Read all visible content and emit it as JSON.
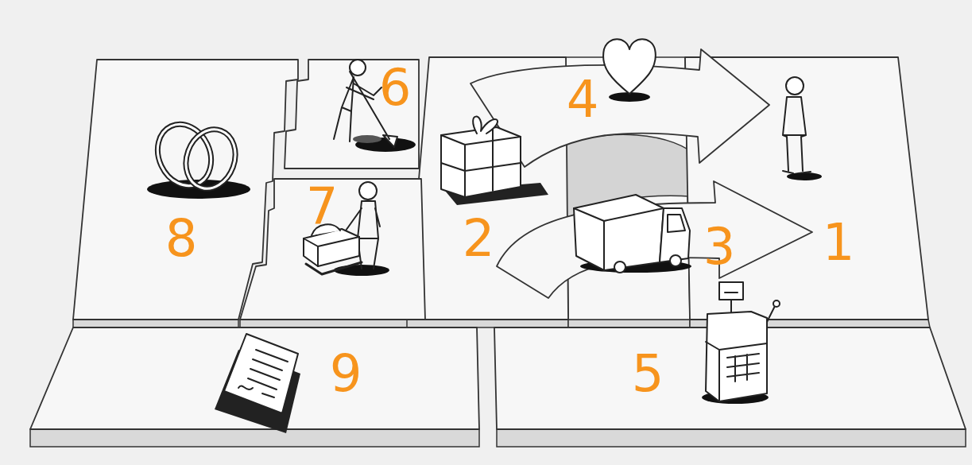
{
  "diagram": {
    "nodes": [
      {
        "text": [
          "1"
        ]
      },
      {
        "text": [
          "2"
        ]
      },
      {
        "text": [
          "3"
        ]
      },
      {
        "text": [
          "4"
        ]
      },
      {
        "text": [
          "5"
        ]
      },
      {
        "text": [
          "6"
        ]
      },
      {
        "text": [
          "7"
        ]
      },
      {
        "text": [
          "8"
        ]
      },
      {
        "text": [
          "9"
        ]
      }
    ]
  }
}
